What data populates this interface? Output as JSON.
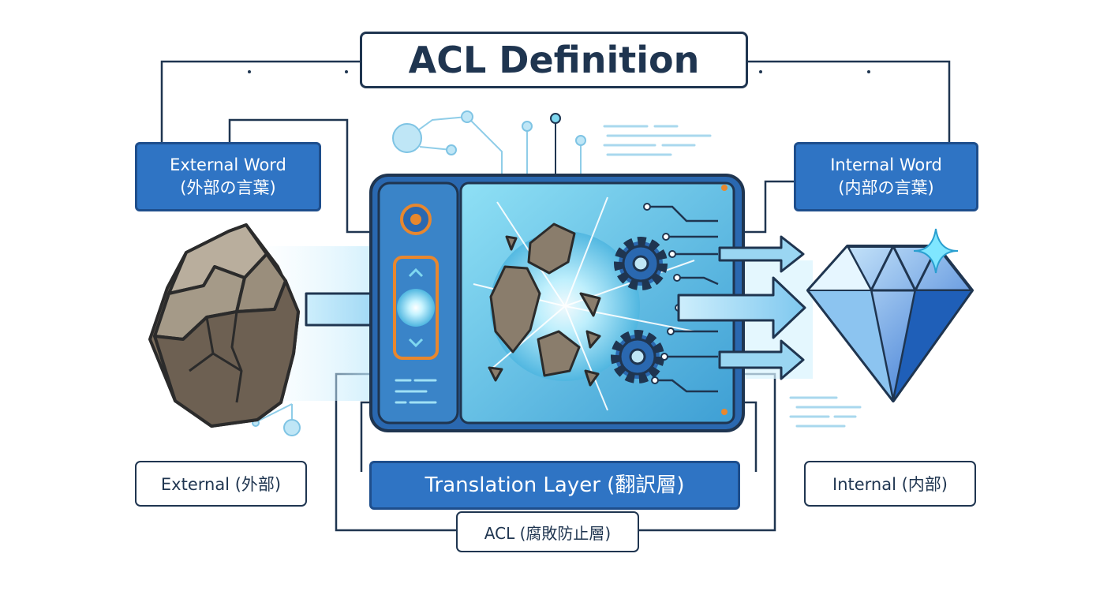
{
  "title": "ACL Definition",
  "labels": {
    "external_word": "External Word",
    "external_word_jp": "(外部の言葉)",
    "internal_word": "Internal Word",
    "internal_word_jp": "(内部の言葉)",
    "external": "External (外部)",
    "internal": "Internal (内部)",
    "translation_layer": "Translation Layer (翻訳層)",
    "acl": "ACL (腐敗防止層)"
  },
  "icons": [
    "rock-icon",
    "arrow-right-icon",
    "gear-icon",
    "diamond-icon",
    "sparkle-icon"
  ],
  "colors": {
    "navy": "#1f3550",
    "blue_label": "#2f74c4",
    "panel_cyan": "#7fd8f0",
    "panel_frame": "#2a68b0",
    "accent_orange": "#e8872e",
    "diamond_blue": "#3f8ee0",
    "rock_brown": "#8a7d6c"
  }
}
